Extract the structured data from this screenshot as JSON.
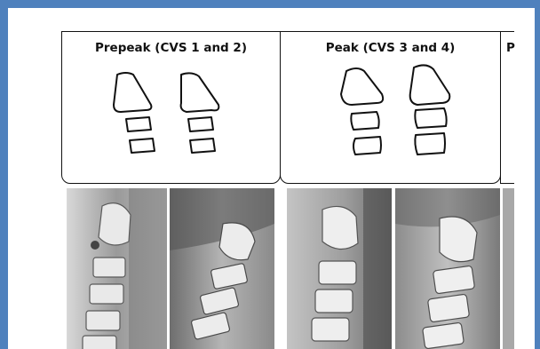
{
  "panels": [
    {
      "title": "Prepeak (CVS 1 and 2)"
    },
    {
      "title": "Peak (CVS 3 and 4)"
    },
    {
      "title": "P"
    }
  ],
  "colors": {
    "frame_border": "#4f81bd",
    "outline": "#111111"
  },
  "icons": [
    "vertebra-outline-drawing",
    "radiograph-image"
  ]
}
